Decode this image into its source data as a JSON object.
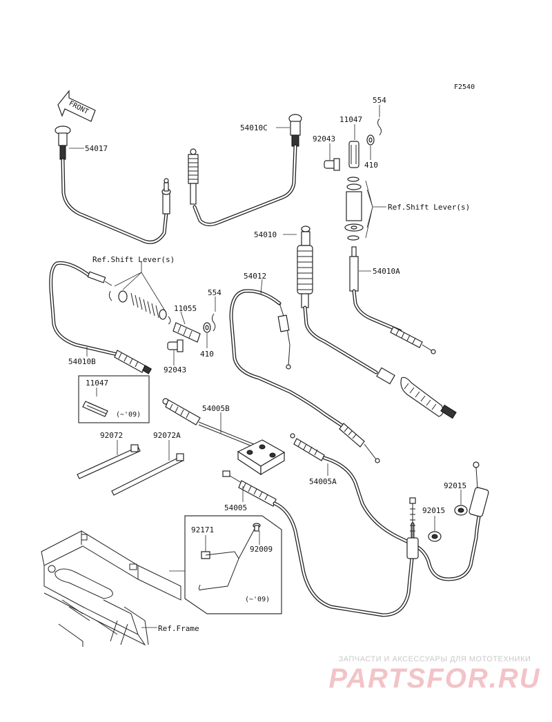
{
  "diagram_code": "F2540",
  "front_arrow": "FRONT",
  "labels": {
    "p54017": "54017",
    "p54010C": "54010C",
    "p11047_top": "11047",
    "p554_top": "554",
    "p92043_top": "92043",
    "p410_top": "410",
    "ref_shift_right": "Ref.Shift Lever(s)",
    "p54010": "54010",
    "p54010A": "54010A",
    "ref_shift_left": "Ref.Shift Lever(s)",
    "p54012": "54012",
    "p554_mid": "554",
    "p11055": "11055",
    "p410_mid": "410",
    "p54010B": "54010B",
    "p92043_mid": "92043",
    "p11047_box": "11047",
    "box_year_1": "(~'09)",
    "p54005B": "54005B",
    "p92072": "92072",
    "p92072A": "92072A",
    "p54005A": "54005A",
    "p92015_a": "92015",
    "p92015_b": "92015",
    "p54005": "54005",
    "p92171": "92171",
    "p92009": "92009",
    "box_year_2": "(~'09)",
    "ref_frame": "Ref.Frame"
  },
  "footer": {
    "tagline": "ЗАПЧАСТИ И АКСЕССУАРЫ ДЛЯ МОТОТЕХНИКИ",
    "brand": "PARTSFOR.RU"
  },
  "colors": {
    "line": "#222222",
    "watermark_brand": "#f2c3c7",
    "watermark_text": "#c9c9c9"
  }
}
